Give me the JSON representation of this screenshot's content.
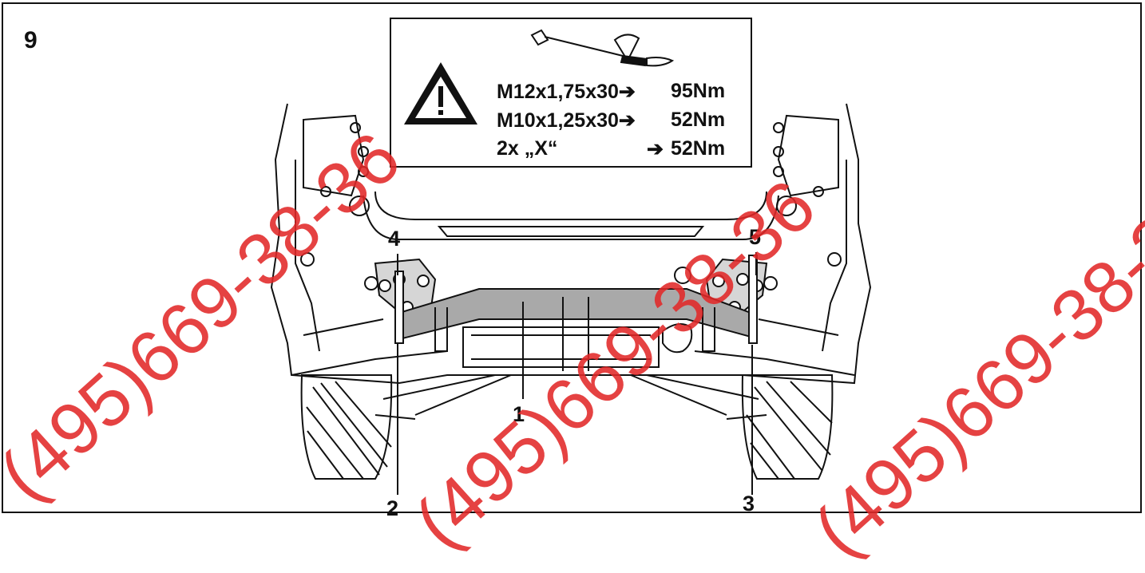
{
  "step_number": "9",
  "torque_specs": [
    {
      "bolt": "M12x1,75x30",
      "arrow": "➔",
      "torque": "95Nm"
    },
    {
      "bolt": "M10x1,25x30",
      "arrow": "➔",
      "torque": "52Nm"
    },
    {
      "bolt": "2x „X“",
      "arrow": "➔",
      "torque": "52Nm"
    }
  ],
  "icons": [
    "warning-triangle-icon",
    "torque-wrench-icon"
  ],
  "callouts": {
    "c1": "1",
    "c2": "2",
    "c3": "3",
    "c4": "4",
    "c5": "5"
  },
  "watermark": "(495)669-38-36",
  "colors": {
    "line": "#111111",
    "tow_bar_fill": "#a9a9a9",
    "watermark": "#e12828"
  }
}
